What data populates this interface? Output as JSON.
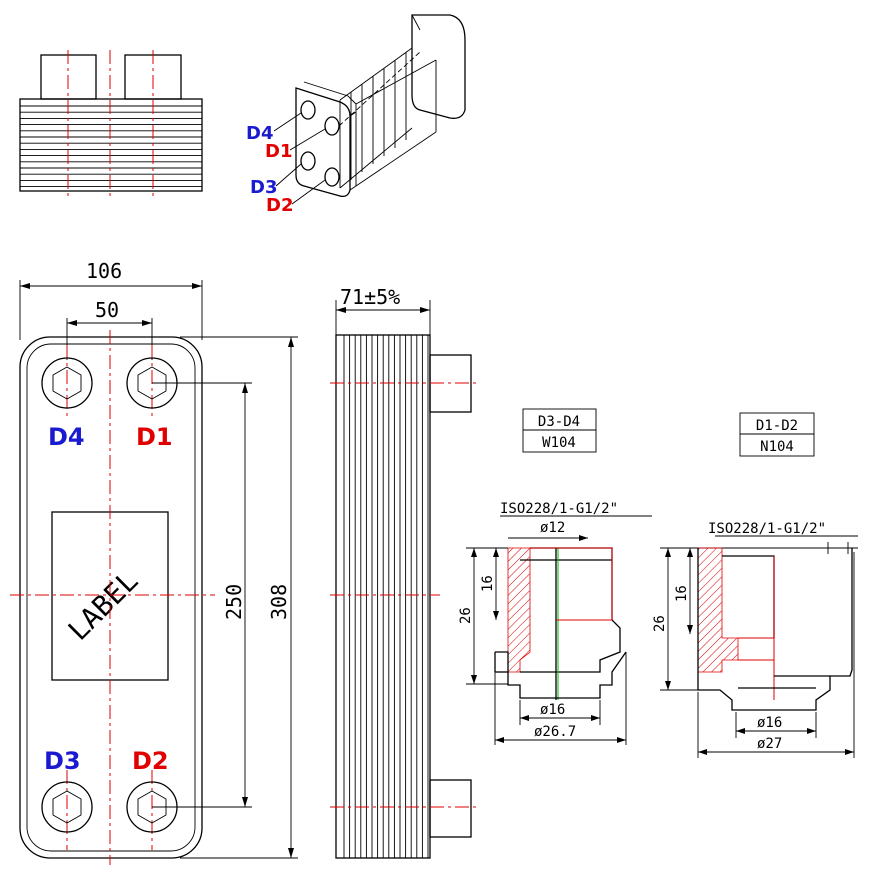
{
  "ports": {
    "d1": "D1",
    "d2": "D2",
    "d3": "D3",
    "d4": "D4"
  },
  "plate_label": "LABEL",
  "dimensions": {
    "width": "106",
    "port_spacing": "50",
    "port_height_spacing": "250",
    "height": "308",
    "thickness": "71±5%"
  },
  "connection_left": {
    "table_top": "D3-D4",
    "table_bottom": "W104",
    "thread": "ISO228/1-G1/2\"",
    "bore": "ø12",
    "depth_16": "16",
    "depth_26": "26",
    "dia_16": "ø16",
    "dia_outer": "ø26.7"
  },
  "connection_right": {
    "table_top": "D1-D2",
    "table_bottom": "N104",
    "thread": "ISO228/1-G1/2\"",
    "depth_16": "16",
    "depth_26": "26",
    "dia_16": "ø16",
    "dia_outer": "ø27"
  },
  "colors": {
    "hot_port": "#e00000",
    "cold_port": "#1a1ad0",
    "centerline": "#e00000",
    "axis_green": "#00b000"
  }
}
